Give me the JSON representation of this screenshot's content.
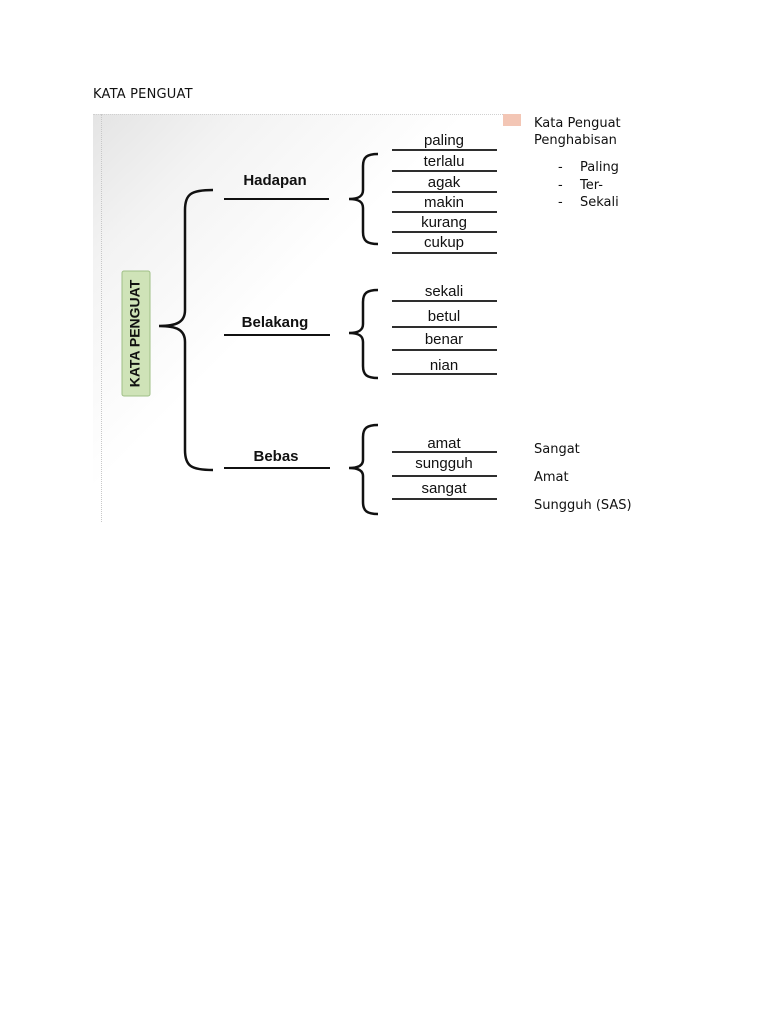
{
  "document_title": "KATA PENGUAT",
  "diagram": {
    "root_label": "KATA PENGUAT",
    "branches": [
      {
        "label": "Hadapan",
        "words": [
          "paling",
          "terlalu",
          "agak",
          "makin",
          "kurang",
          "cukup"
        ]
      },
      {
        "label": "Belakang",
        "words": [
          "sekali",
          "betul",
          "benar",
          "nian"
        ]
      },
      {
        "label": "Bebas",
        "words": [
          "amat",
          "sungguh",
          "sangat"
        ]
      }
    ]
  },
  "notes": {
    "heading_line1": "Kata Penguat",
    "heading_line2": "Penghabisan",
    "bullet_symbol": "-",
    "bullets": [
      "Paling",
      "Ter-",
      "Sekali"
    ],
    "bebas_items": [
      "Sangat",
      "Amat",
      "Sungguh (SAS)"
    ]
  }
}
